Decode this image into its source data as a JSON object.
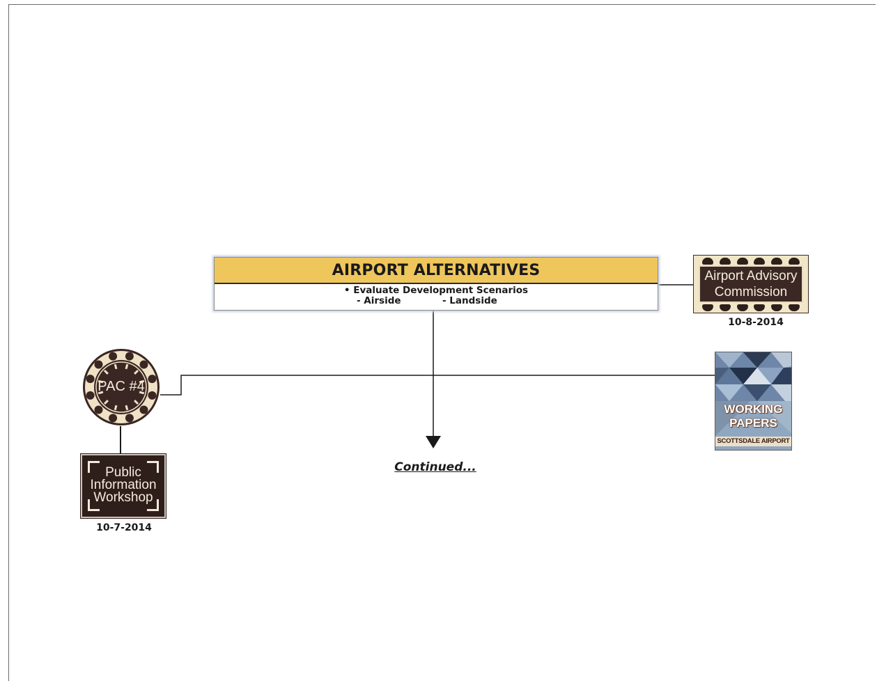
{
  "main": {
    "title": "AIRPORT ALTERNATIVES",
    "bullet": "• Evaluate Development Scenarios",
    "sub_items": [
      "- Airside",
      "- Landside"
    ],
    "title_color": "#eec65c"
  },
  "advisory": {
    "label": "Airport Advisory Commission",
    "date": "10-8-2014"
  },
  "pac": {
    "label": "PAC #4"
  },
  "workshop": {
    "lines": [
      "Public",
      "Information",
      "Workshop"
    ],
    "date": "10-7-2014"
  },
  "working_papers": {
    "title_lines": [
      "WORKING",
      "PAPERS"
    ],
    "subtitle": "SCOTTSDALE AIRPORT"
  },
  "continued": {
    "label": "Continued..."
  }
}
